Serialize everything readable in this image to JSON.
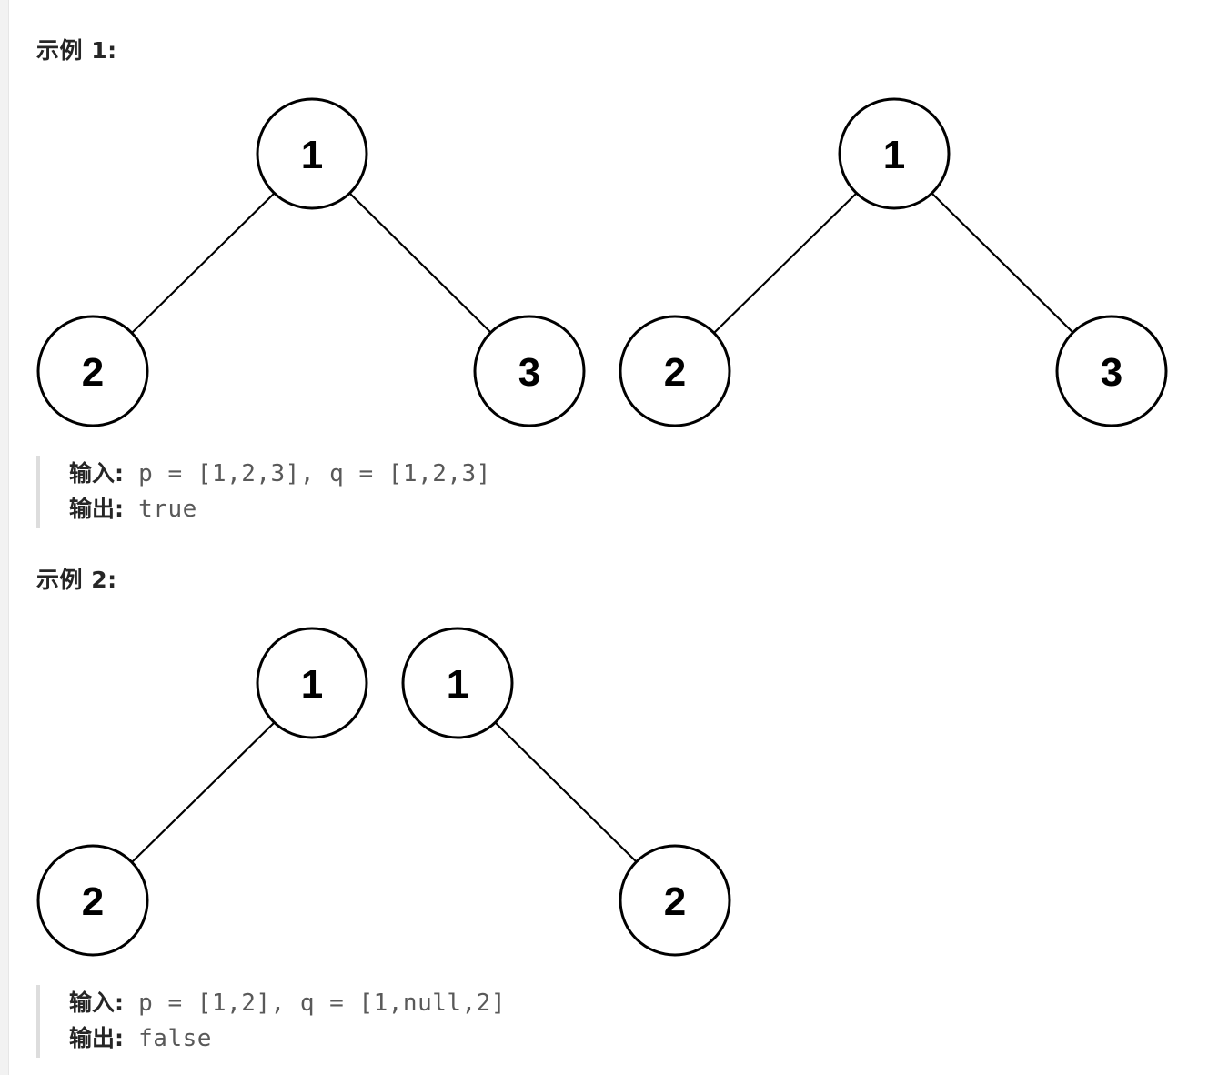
{
  "examples": [
    {
      "heading": "示例 1:",
      "input_label": "输入:",
      "input_value": " p = [1,2,3], q = [1,2,3]",
      "output_label": "输出:",
      "output_value": " true",
      "trees": [
        {
          "nodes": [
            "1",
            "2",
            "3"
          ]
        },
        {
          "nodes": [
            "1",
            "2",
            "3"
          ]
        }
      ]
    },
    {
      "heading": "示例 2:",
      "input_label": "输入:",
      "input_value": " p = [1,2], q = [1,null,2]",
      "output_label": "输出:",
      "output_value": " false",
      "trees": [
        {
          "nodes": [
            "1",
            "2"
          ]
        },
        {
          "nodes": [
            "1",
            "2"
          ]
        }
      ]
    }
  ]
}
